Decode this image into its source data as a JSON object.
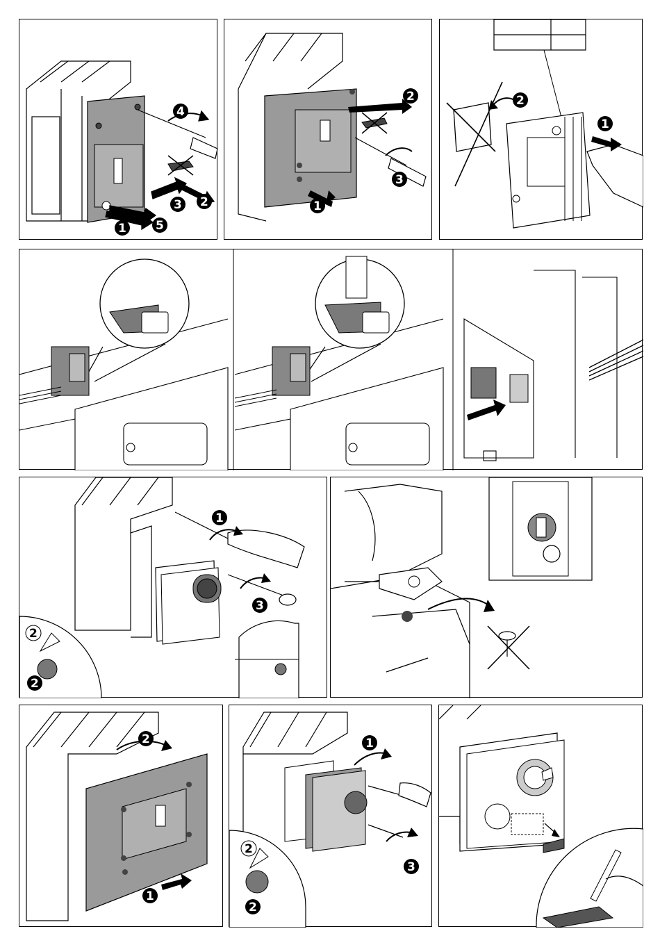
{
  "colors": {
    "ink": "#000000",
    "cover": "#9a9a9a",
    "cover_dark": "#7a7a7a",
    "light": "#d9d9d9",
    "paper": "#ffffff"
  },
  "panel1": {
    "steps": [
      "1",
      "2",
      "3",
      "4",
      "5"
    ]
  },
  "panel2": {
    "steps": [
      "1",
      "2",
      "3"
    ]
  },
  "panel3": {
    "steps": [
      "1",
      "2"
    ]
  },
  "panel7": {
    "steps": [
      "1",
      "2",
      "2",
      "3"
    ]
  },
  "panel9": {
    "steps": [
      "1",
      "2"
    ]
  },
  "panel10": {
    "steps": [
      "1",
      "2",
      "2",
      "3"
    ]
  }
}
